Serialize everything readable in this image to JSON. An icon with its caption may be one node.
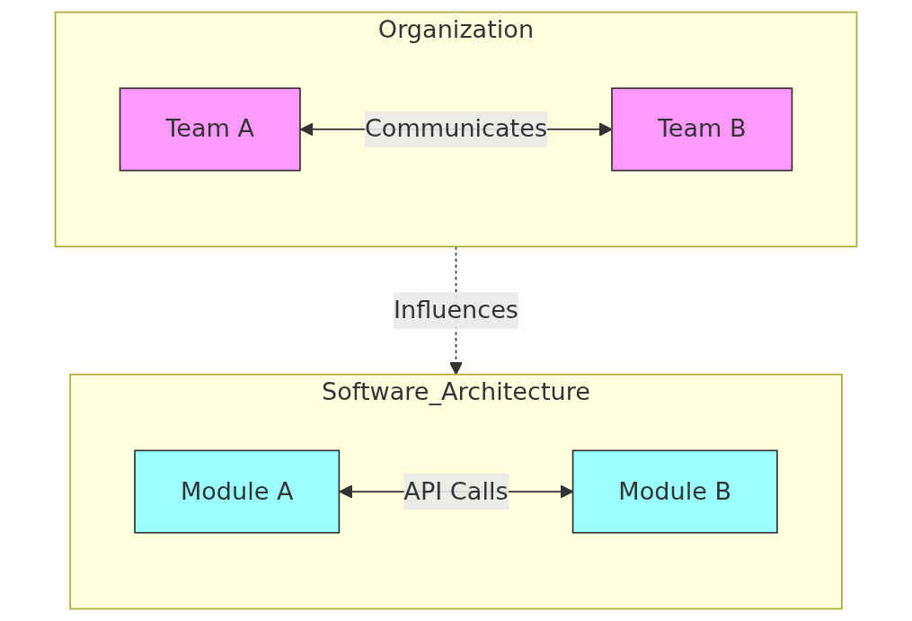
{
  "diagram": {
    "nodes": [
      {
        "text": [
          "Organization"
        ]
      },
      {
        "text": [
          "Team A"
        ],
        "in": 0
      },
      {
        "text": [
          "Team B"
        ],
        "in": 0
      },
      {
        "text": [
          "Software_Architecture"
        ]
      },
      {
        "text": [
          "Module A"
        ],
        "in": 3
      },
      {
        "text": [
          "Module B"
        ],
        "in": 3
      }
    ],
    "edges": [
      {
        "from": 1,
        "to": 2,
        "arrow": "both",
        "label": "Communicates"
      },
      {
        "from": 0,
        "to": 3,
        "arrow": "to",
        "label": "Influences",
        "style": "dashed"
      },
      {
        "from": 4,
        "to": 5,
        "arrow": "both",
        "label": "API Calls"
      }
    ]
  }
}
